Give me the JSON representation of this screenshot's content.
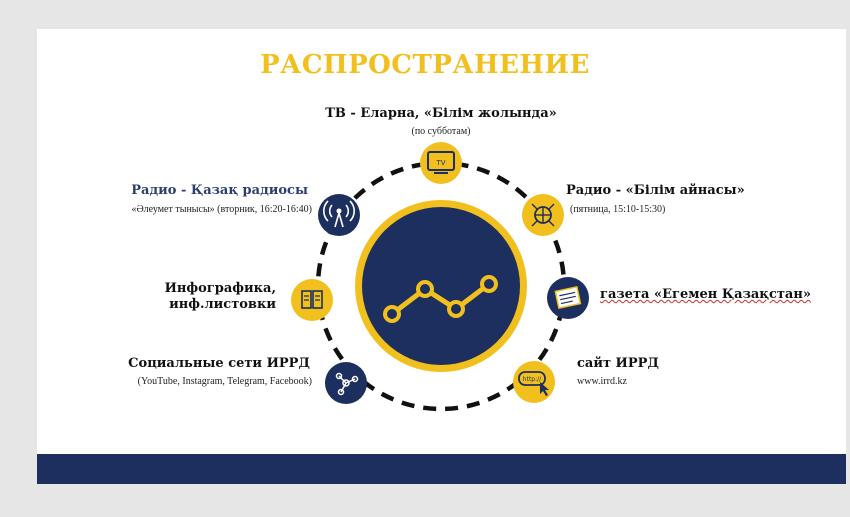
{
  "title": "РАСПРОСТРАНЕНИЕ",
  "items": {
    "tv": {
      "label": "ТВ - Еларна, «Білім жолында»",
      "sub": "(по субботам)",
      "icon": "tv-icon",
      "icon_text": "TV"
    },
    "radio_kz": {
      "label": "Радио - Қазақ радиосы",
      "sub": "«Әлеумет тынысы» (вторник, 16:20-16:40)",
      "icon": "radio-tower-icon"
    },
    "radio_bilim": {
      "label": "Радио - «Білім айнасы»",
      "sub": "(пятница, 15:10-15:30)",
      "icon": "globe-network-icon"
    },
    "infographic_line1": "Инфографика,",
    "infographic_line2": "инф.листовки",
    "newspaper": {
      "label": "газета «Егемен Қазақстан»",
      "icon": "newspaper-icon"
    },
    "social": {
      "label": "Социальные сети ИРРД",
      "sub": "(YouTube, Instagram, Telegram, Facebook)",
      "icon": "share-network-icon"
    },
    "site": {
      "label": "сайт ИРРД",
      "sub": "www.irrd.kz",
      "icon": "web-cursor-icon",
      "icon_text": "http://"
    }
  },
  "center_icon": "line-chart-icon",
  "colors": {
    "navy": "#1c2f5e",
    "yellow": "#f2c01e",
    "ring": "#111111"
  }
}
